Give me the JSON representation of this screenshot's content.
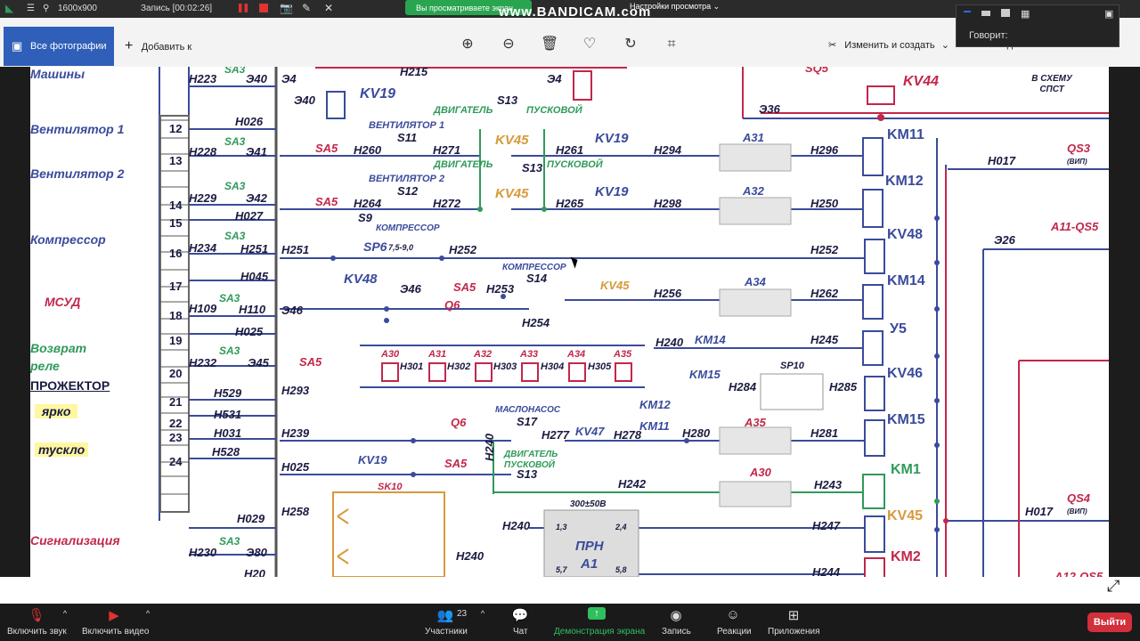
{
  "recorder": {
    "resolution": "1600x900",
    "recording": "Запись [00:02:26]",
    "watermark": "www.BANDICAM.com",
    "viewing_banner": "Вы просматриваете экран",
    "view_settings": "Настройки просмотра"
  },
  "speaker_panel": {
    "label": "Говорит:"
  },
  "photos": {
    "all_photos": "Все фотографии",
    "add_to": "Добавить к",
    "edit_create": "Изменить и создать",
    "share": "Поделиться"
  },
  "schematic": {
    "left_labels": [
      "Машины",
      "Вентилятор 1",
      "Вентилятор 2",
      "Компрессор",
      "МСУД",
      "Возврат реле",
      "ПРОЖЕКТОР",
      "ярко",
      "тускло",
      "Сигнализация"
    ],
    "terminals": [
      "12",
      "13",
      "14",
      "15",
      "16",
      "17",
      "18",
      "19",
      "20",
      "21",
      "22",
      "23",
      "24"
    ],
    "wires_left": [
      "Н223",
      "Н026",
      "Н228",
      "Н229",
      "Н027",
      "Н234",
      "Н251",
      "Н045",
      "Н109",
      "Н110",
      "Н025",
      "Н232",
      "Н529",
      "Н531",
      "Н031",
      "Н528",
      "Н029",
      "Н230",
      "Н20"
    ],
    "wires_mid": [
      "Э40",
      "Э41",
      "Э42",
      "Э4",
      "Э46",
      "Э45",
      "Н293",
      "Н239",
      "Н025",
      "Н258",
      "Э80",
      "Э45"
    ],
    "sa3": "SA3",
    "center_labels": {
      "kv19_top": "KV19",
      "e40": "Э40",
      "s13": "S13",
      "fan1": "ВЕНТИЛЯТОР 1",
      "fan2": "ВЕНТИЛЯТОР 2",
      "engine": "ДВИГАТЕЛЬ",
      "start": "ПУСКОВОЙ",
      "kv45": "KV45",
      "s11": "S11",
      "s12": "S12",
      "sa5": "SA5",
      "h260": "Н260",
      "h271": "Н271",
      "h261": "Н261",
      "h264": "Н264",
      "h272": "Н272",
      "h265": "Н265",
      "h294": "Н294",
      "h298": "Н298",
      "a31": "А31",
      "a32": "А32",
      "h296": "Н296",
      "h250": "Н250",
      "s9": "S9",
      "compressor": "КОМПРЕССОР",
      "sp6": "SP6",
      "sp6range": "7,5-9,0",
      "h252": "Н252",
      "h251": "Н251",
      "kv48": "KV48",
      "e46": "Э46",
      "h253": "Н253",
      "s14": "S14",
      "q6": "Q6",
      "h254": "Н254",
      "h256": "Н256",
      "a34": "А34",
      "h262": "Н262",
      "h240": "Н240",
      "km14": "KM14",
      "h245": "Н245",
      "a30": "А30",
      "a33": "А33",
      "a35": "А35",
      "h301": "Н301",
      "h302": "Н302",
      "h303": "Н303",
      "h304": "Н304",
      "h305": "Н305",
      "km15": "KM15",
      "h284": "Н284",
      "sp10": "SP10",
      "h285": "Н285",
      "km12": "KM12",
      "km11": "KM11",
      "oilpump": "МАСЛОНАСОС",
      "s17": "S17",
      "h277": "Н277",
      "kv47": "KV47",
      "h278": "Н278",
      "h280": "Н280",
      "h281": "Н281",
      "h242": "Н242",
      "h243": "Н243",
      "sk10": "SK10",
      "h247": "Н247",
      "voltage": "300±50В",
      "prn": "ПРН",
      "a1": "А1",
      "h244": "Н244",
      "p13": "1,3",
      "p24": "2,4",
      "p57": "5,7",
      "p58": "5,8",
      "sq5": "SQ5",
      "kv44": "KV44",
      "to_scheme": "В СХЕМУ СПСТ",
      "e36": "Э36",
      "e26": "Э26",
      "h017a": "Н017",
      "h017b": "Н017",
      "qs3": "QS3",
      "qs4": "QS4",
      "vip": "(ВИП)",
      "a11qs5": "А11-QS5",
      "a12qs5": "А12-QS5",
      "h215": "Н215",
      "e4": "Э4"
    },
    "right_coils": [
      "KM11",
      "KM12",
      "KV48",
      "KM14",
      "У5",
      "KV46",
      "KM15",
      "KM1",
      "KV45",
      "KM2"
    ]
  },
  "zoom": {
    "mute": "Включить звук",
    "video": "Включить видео",
    "participants": "Участники",
    "participants_count": "23",
    "chat": "Чат",
    "share_screen": "Демонстрация экрана",
    "record": "Запись",
    "reactions": "Реакции",
    "apps": "Приложения",
    "exit": "Выйти"
  }
}
